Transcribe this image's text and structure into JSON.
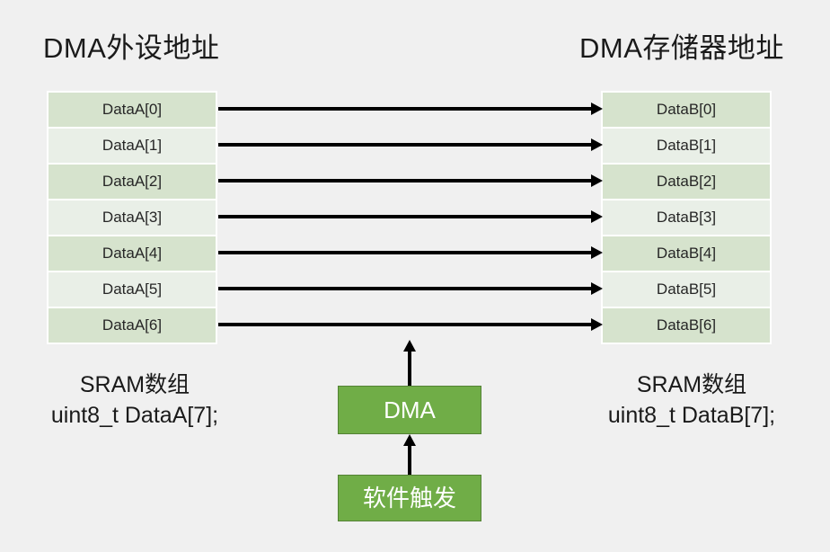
{
  "diagram": {
    "background_color": "#f0f0f0",
    "titles": {
      "left": "DMA外设地址",
      "right": "DMA存储器地址"
    },
    "tables": {
      "left": {
        "rows": [
          "DataA[0]",
          "DataA[1]",
          "DataA[2]",
          "DataA[3]",
          "DataA[4]",
          "DataA[5]",
          "DataA[6]"
        ]
      },
      "right": {
        "rows": [
          "DataB[0]",
          "DataB[1]",
          "DataB[2]",
          "DataB[3]",
          "DataB[4]",
          "DataB[5]",
          "DataB[6]"
        ]
      }
    },
    "captions": {
      "left": {
        "line1": "SRAM数组",
        "line2": "uint8_t DataA[7];"
      },
      "right": {
        "line1": "SRAM数组",
        "line2": "uint8_t DataB[7];"
      }
    },
    "boxes": {
      "dma": "DMA",
      "trigger": "软件触发"
    },
    "colors": {
      "row_shade_dark": "#d6e3cd",
      "row_shade_light": "#e9efe7",
      "box_fill": "#70ad47",
      "box_border": "#548235",
      "arrow": "#000000"
    },
    "arrow_count": 7
  }
}
